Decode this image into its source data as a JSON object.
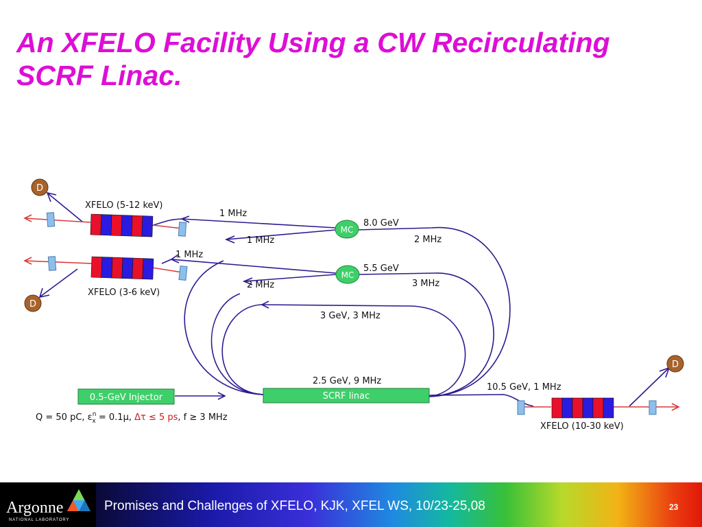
{
  "slide": {
    "title_line1": "An XFELO Facility Using a CW Recirculating",
    "title_line2": "SCRF Linac."
  },
  "diagram": {
    "detector_label": "D",
    "mc_label": "MC",
    "xfelo_top_label": "XFELO (5-12 keV)",
    "xfelo_mid_label": "XFELO (3-6 keV)",
    "xfelo_right_label": "XFELO (10-30 keV)",
    "f_1mhz_a": "1 MHz",
    "f_1mhz_b": "1 MHz",
    "f_1mhz_c": "1 MHz",
    "f_2mhz_a": "2 MHz",
    "f_2mhz_b": "2 MHz",
    "f_3mhz": "3 MHz",
    "energy_8gev": "8.0 GeV",
    "energy_55gev": "5.5 GeV",
    "energy_3gev": "3 GeV, 3 MHz",
    "energy_25gev": "2.5 GeV, 9 MHz",
    "energy_105gev": "10.5 GeV, 1 MHz",
    "injector_label": "0.5-GeV Injector",
    "linac_label": "SCRF linac",
    "params_a": "Q = 50 pC,  ε",
    "params_n": "n",
    "params_x": "x",
    "params_b": " = 0.1μ,  ",
    "params_red": "Δτ ≤ 5 ps",
    "params_c": ",  f ≥ 3 MHz",
    "colors": {
      "beamline": "#2b1a8f",
      "optical": "#d63a3a",
      "injector": "#3fcf6a",
      "mc": "#3fcf6a",
      "detector": "#a8632b",
      "undulator_red": "#e8102a",
      "undulator_blue": "#2a1be0",
      "mirror": "#8dbfec"
    }
  },
  "footer": {
    "logo_text": "Argonne",
    "logo_sub": "NATIONAL LABORATORY",
    "logo_icon": "argonne-triangle-logo",
    "caption": "Promises and Challenges of XFELO, KJK, XFEL WS, 10/23-25,08",
    "page_number": "23"
  }
}
